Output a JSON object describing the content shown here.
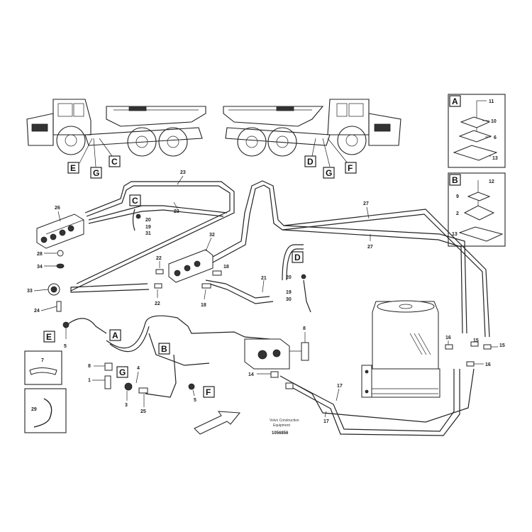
{
  "diagram": {
    "footer": {
      "line1": "Volvo Construction",
      "line2": "Equipment",
      "id": "1056856"
    },
    "locator_labels": {
      "truck_left": [
        "E",
        "G",
        "C"
      ],
      "truck_right": [
        "D",
        "G",
        "F"
      ]
    },
    "inset_A": {
      "letter": "A",
      "parts": [
        "11",
        "10",
        "6",
        "13"
      ]
    },
    "inset_B": {
      "letter": "B",
      "parts": [
        "12",
        "9",
        "2",
        "13"
      ]
    },
    "inset_7": {
      "part": "7"
    },
    "inset_29": {
      "part": "29"
    },
    "view_labels": {
      "C": "C",
      "D": "D",
      "E": "E",
      "A": "A",
      "B": "B",
      "G": "G",
      "F": "F"
    },
    "part_numbers": {
      "p23a": "23",
      "p23b": "23",
      "p26": "26",
      "p20a": "20",
      "p19a": "19",
      "p31": "31",
      "p32": "32",
      "p28": "28",
      "p34": "34",
      "p33": "33",
      "p24": "24",
      "p22a": "22",
      "p22b": "22",
      "p18a": "18",
      "p18b": "18",
      "p21": "21",
      "p27a": "27",
      "p27b": "27",
      "p20b": "20",
      "p19b": "19",
      "p30": "30",
      "p5a": "5",
      "p8": "8",
      "p1": "1",
      "p4": "4",
      "p3": "3",
      "p25": "25",
      "p5b": "5",
      "p8b": "8",
      "p14": "14",
      "p17a": "17",
      "p17b": "17",
      "p16a": "16",
      "p16b": "16",
      "p15a": "15",
      "p15b": "15"
    }
  }
}
